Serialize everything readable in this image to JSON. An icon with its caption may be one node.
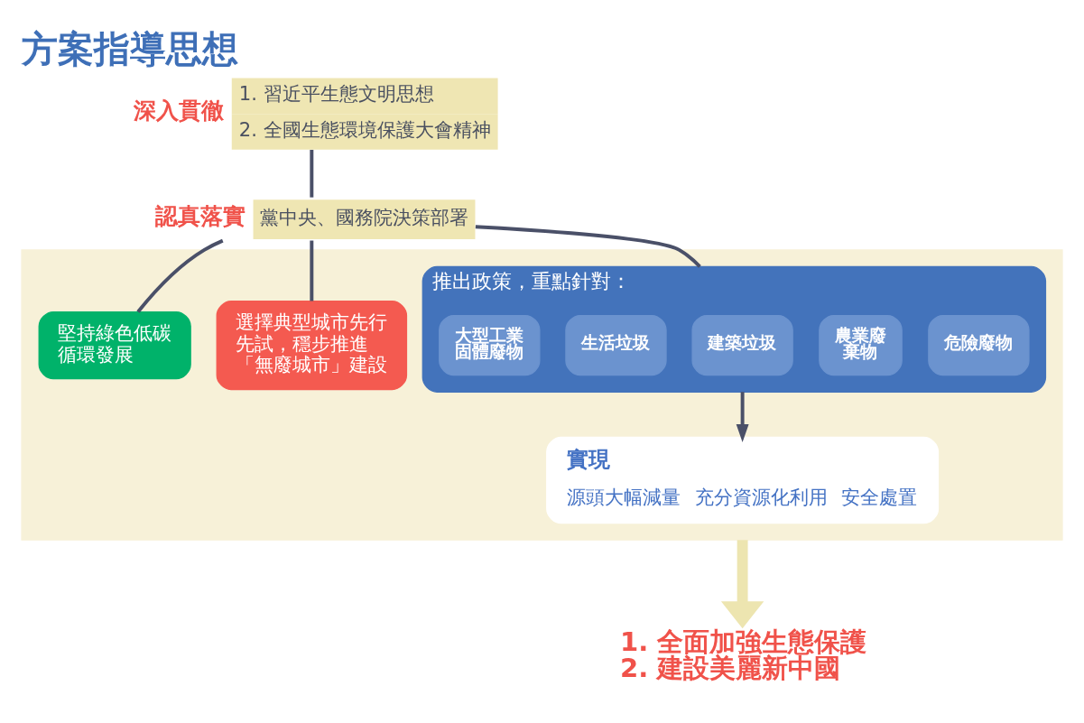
{
  "diagram": {
    "title": "方案指導思想",
    "nodes": [
      {
        "text": [
          "深入貫徹",
          "1. 習近平生態文明思想",
          "2. 全國生態環境保護大會精神"
        ]
      },
      {
        "text": [
          "認真落實",
          "黨中央、國務院決策部署"
        ]
      },
      {
        "text": [],
        "shape": "box"
      },
      {
        "text": [
          "堅持綠色低碳循環發展"
        ],
        "in": 2
      },
      {
        "text": [
          "推出政策，重點針對："
        ],
        "in": 2
      },
      {
        "text": [
          "大型工業固體廢物"
        ],
        "in": 4
      },
      {
        "text": [
          "生活垃圾"
        ],
        "in": 4
      },
      {
        "text": [
          "建築垃圾"
        ],
        "in": 4
      },
      {
        "text": [
          "農業廢棄物"
        ],
        "in": 4
      },
      {
        "text": [
          "危險廢物"
        ],
        "in": 4
      },
      {
        "text": [
          "選擇典型城市先行先試，穩步推進「無廢城市」建設"
        ],
        "in": 2
      },
      {
        "text": [
          "實現",
          "源頭大幅減量",
          "充分資源化利用",
          "安全處置"
        ],
        "in": 2
      },
      {
        "text": [
          "1. 全面加強生態保護",
          "2. 建設美麗新中國"
        ]
      }
    ],
    "edges": [
      {
        "from": 0,
        "to": 1,
        "arrow": "none"
      },
      {
        "from": 1,
        "to": 3,
        "arrow": "none"
      },
      {
        "from": 1,
        "to": 4,
        "arrow": "none"
      },
      {
        "from": 1,
        "to": 10,
        "arrow": "none"
      },
      {
        "from": 4,
        "to": 11,
        "arrow": "to"
      },
      {
        "from": 2,
        "to": 12,
        "arrow": "to",
        "style": "thick",
        "color": "#ede5b0"
      }
    ]
  }
}
